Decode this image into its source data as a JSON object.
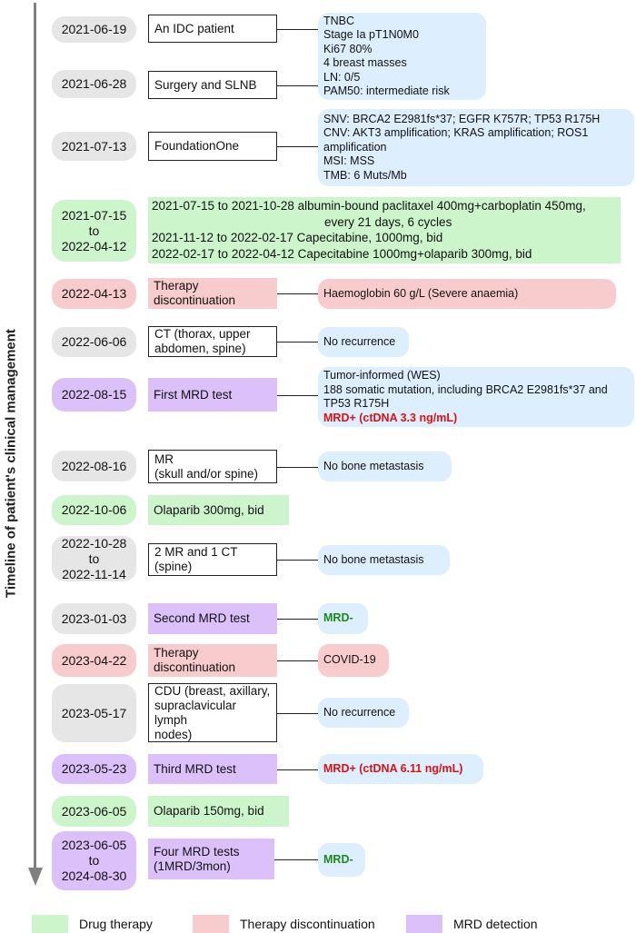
{
  "axis_label": "Timeline of patient's clinical management",
  "colors": {
    "date": "#e6e6e6",
    "info": "#ddeeff",
    "drug": "#ccf5cc",
    "discontinuation": "#f8cccc",
    "mrd": "#dcc0fa",
    "mrd_positive": "#e01010",
    "mrd_negative": "#1a8a1a"
  },
  "rows": [
    {
      "date": "2021-06-19",
      "event": "An IDC patient"
    },
    {
      "date": "2021-06-28",
      "event": "Surgery and SLNB"
    },
    {
      "date": "2021-07-13",
      "event": "FoundationOne"
    },
    {
      "date": "2021-07-15\nto\n2022-04-12"
    },
    {
      "date": "2022-04-13",
      "event": "Therapy\ndiscontinuation"
    },
    {
      "date": "2022-06-06",
      "event": "CT (thorax, upper\nabdomen, spine)"
    },
    {
      "date": "2022-08-15",
      "event": "First MRD test"
    },
    {
      "date": "2022-08-16",
      "event": "MR\n(skull and/or spine)"
    },
    {
      "date": "2022-10-06",
      "event": "Olaparib 300mg, bid"
    },
    {
      "date": "2022-10-28\nto\n2022-11-14",
      "event": "2 MR and 1 CT\n(spine)"
    },
    {
      "date": "2023-01-03",
      "event": "Second MRD test"
    },
    {
      "date": "2023-04-22",
      "event": "Therapy\ndiscontinuation"
    },
    {
      "date": "2023-05-17",
      "event": "CDU (breast, axillary,\nsupraclavicular lymph\nnodes)"
    },
    {
      "date": "2023-05-23",
      "event": "Third MRD test"
    },
    {
      "date": "2023-06-05",
      "event": "Olaparib 150mg, bid"
    },
    {
      "date": "2023-06-05\nto\n2024-08-30",
      "event": "Four MRD tests\n(1MRD/3mon)"
    }
  ],
  "infos": [
    {
      "lines": [
        "TNBC",
        "Stage Ia    pT1N0M0",
        "Ki67 80%",
        "4 breast masses",
        "LN: 0/5",
        "PAM50: intermediate risk"
      ]
    },
    {
      "lines": [
        "SNV: BRCA2 E2981fs*37; EGFR K757R; TP53 R175H",
        "CNV: AKT3 amplification; KRAS amplification; ROS1 amplification",
        "MSI: MSS",
        "TMB: 6 Muts/Mb"
      ]
    },
    {
      "lines": [
        "Haemoglobin 60 g/L (Severe anaemia)"
      ]
    },
    {
      "lines": [
        "No recurrence"
      ]
    },
    {
      "lines": [
        "Tumor-informed (WES)",
        "188 somatic mutation, including BRCA2 E2981fs*37 and TP53 R175H"
      ],
      "highlight": "MRD+ (ctDNA 3.3 ng/mL)"
    },
    {
      "lines": [
        "No bone metastasis"
      ]
    },
    {
      "lines": [
        "No bone metastasis"
      ]
    },
    {
      "highlight_neg": "MRD-"
    },
    {
      "lines": [
        "COVID-19"
      ]
    },
    {
      "lines": [
        "No recurrence"
      ]
    },
    {
      "highlight": "MRD+ (ctDNA 6.11 ng/mL)"
    },
    {
      "highlight_neg": "MRD-"
    }
  ],
  "drug_therapy": [
    "2021-07-15 to 2021-10-28 albumin-bound paclitaxel 400mg+carboplatin 450mg,",
    "every 21 days, 6 cycles",
    "2021-11-12 to 2022-02-17 Capecitabine, 1000mg, bid",
    "2022-02-17 to 2022-04-12 Capecitabine 1000mg+olaparib 300mg, bid"
  ],
  "legend": [
    {
      "label": "Drug therapy",
      "color": "#ccf5cc"
    },
    {
      "label": "Therapy discontinuation",
      "color": "#f8cccc"
    },
    {
      "label": "MRD detection",
      "color": "#dcc0fa"
    }
  ]
}
